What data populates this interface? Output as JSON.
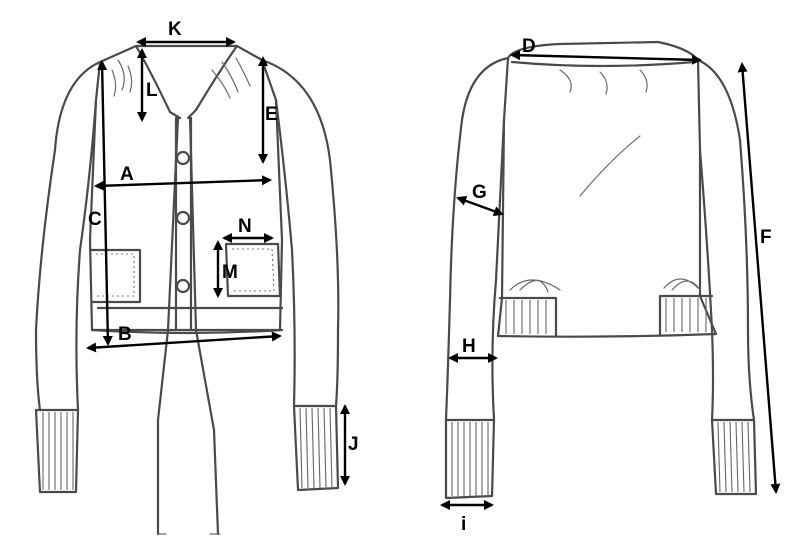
{
  "labels": {
    "A": "A",
    "B": "B",
    "C": "C",
    "D": "D",
    "E": "E",
    "F": "F",
    "G": "G",
    "H": "H",
    "i": "i",
    "J": "J",
    "K": "K",
    "L": "L",
    "M": "M",
    "N": "N"
  }
}
